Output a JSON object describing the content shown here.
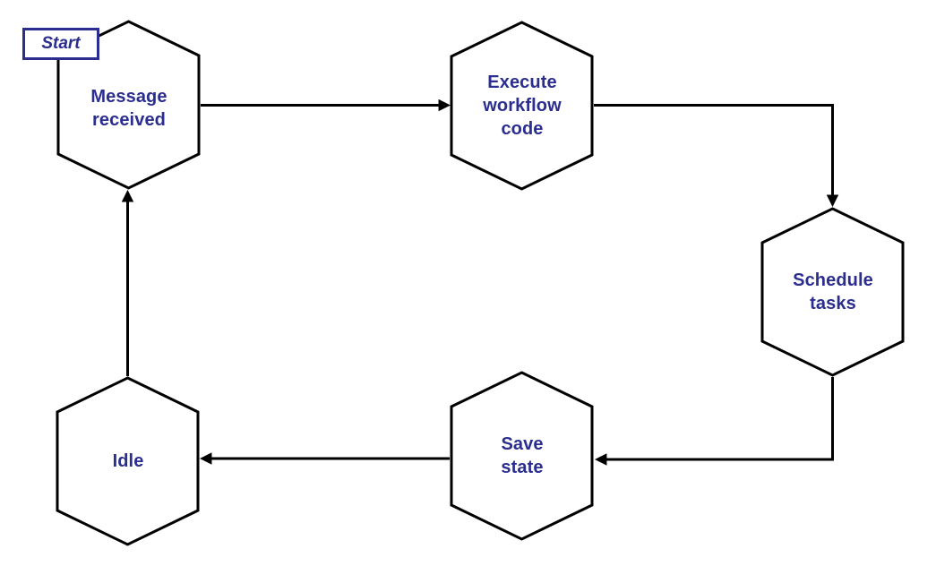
{
  "diagram": {
    "background": "#ffffff",
    "outline_color": "#000000",
    "text_color": "#2b2e8f",
    "start": {
      "label": "Start",
      "border_color": "#2b2e8f"
    },
    "nodes": [
      {
        "id": "message-received",
        "shape": "hexagon",
        "label": "Message\nreceived"
      },
      {
        "id": "execute-workflow-code",
        "shape": "hexagon",
        "label": "Execute\nworkflow\ncode"
      },
      {
        "id": "schedule-tasks",
        "shape": "hexagon",
        "label": "Schedule\ntasks"
      },
      {
        "id": "save-state",
        "shape": "hexagon",
        "label": "Save\nstate"
      },
      {
        "id": "idle",
        "shape": "hexagon",
        "label": "Idle"
      }
    ],
    "edges": [
      {
        "from": "message-received",
        "to": "execute-workflow-code"
      },
      {
        "from": "execute-workflow-code",
        "to": "schedule-tasks"
      },
      {
        "from": "schedule-tasks",
        "to": "save-state"
      },
      {
        "from": "save-state",
        "to": "idle"
      },
      {
        "from": "idle",
        "to": "message-received"
      }
    ]
  }
}
